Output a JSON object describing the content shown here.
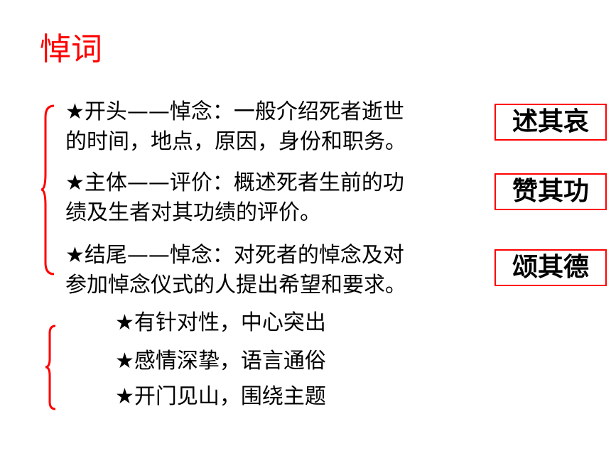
{
  "title": "悼词",
  "structure": [
    {
      "line1": "★开头——悼念：一般介绍死者逝世",
      "line2": "的时间，地点，原因，身份和职务。",
      "tag": "述其哀"
    },
    {
      "line1": "★主体——评价：概述死者生前的功",
      "line2": "绩及生者对其功绩的评价。",
      "tag": "赞其功"
    },
    {
      "line1": "★结尾——悼念：对死者的悼念及对",
      "line2": "参加悼念仪式的人提出希望和要求。",
      "tag": "颂其德"
    }
  ],
  "requirements": [
    "★有针对性，中心突出",
    "★感情深挚，语言通俗",
    "★开门见山，围绕主题"
  ],
  "colors": {
    "accent": "#ff0000",
    "text": "#000000",
    "background": "#ffffff"
  }
}
